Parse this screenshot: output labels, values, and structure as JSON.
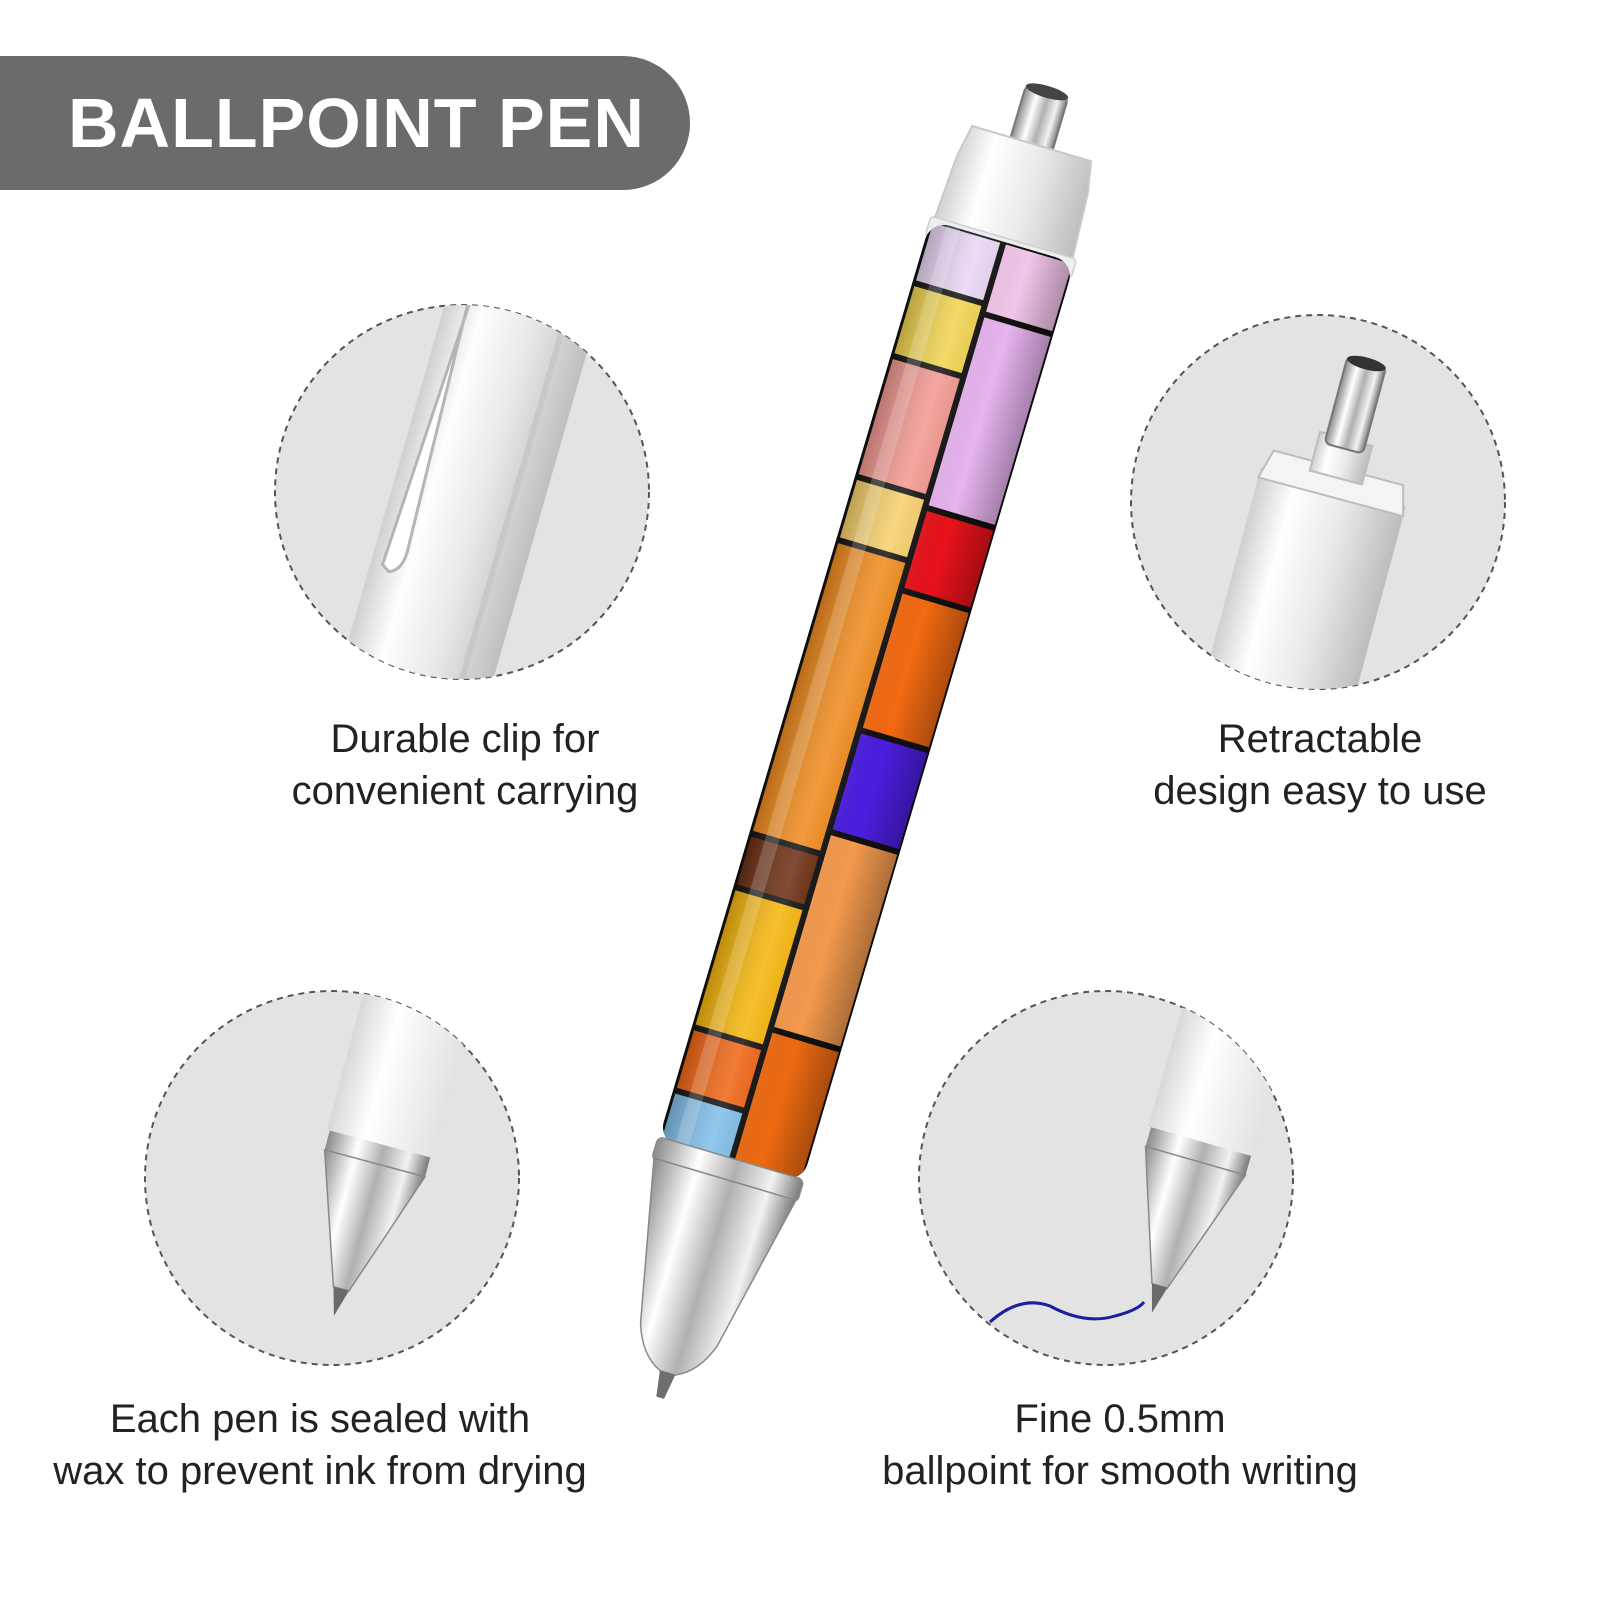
{
  "banner": {
    "title": "BALLPOINT PEN"
  },
  "colors": {
    "banner_bg": "#6b6b6b",
    "circle_fill": "#e3e3e3",
    "ink_line": "#1a1f9e"
  },
  "features": [
    {
      "line1": "Durable clip for",
      "line2": "convenient carrying",
      "icon": "pen-clip-closeup"
    },
    {
      "line1": "Retractable",
      "line2": "design easy to use",
      "icon": "pen-button-closeup"
    },
    {
      "line1": "Each pen is sealed with",
      "line2": "wax to prevent ink from drying",
      "icon": "pen-tip-closeup"
    },
    {
      "line1": "Fine 0.5mm",
      "line2": "ballpoint for smooth writing",
      "icon": "pen-tip-writing-closeup"
    }
  ],
  "product": {
    "pattern": "stained-glass-mosaic",
    "icon": "ballpoint-pen-illustration"
  }
}
